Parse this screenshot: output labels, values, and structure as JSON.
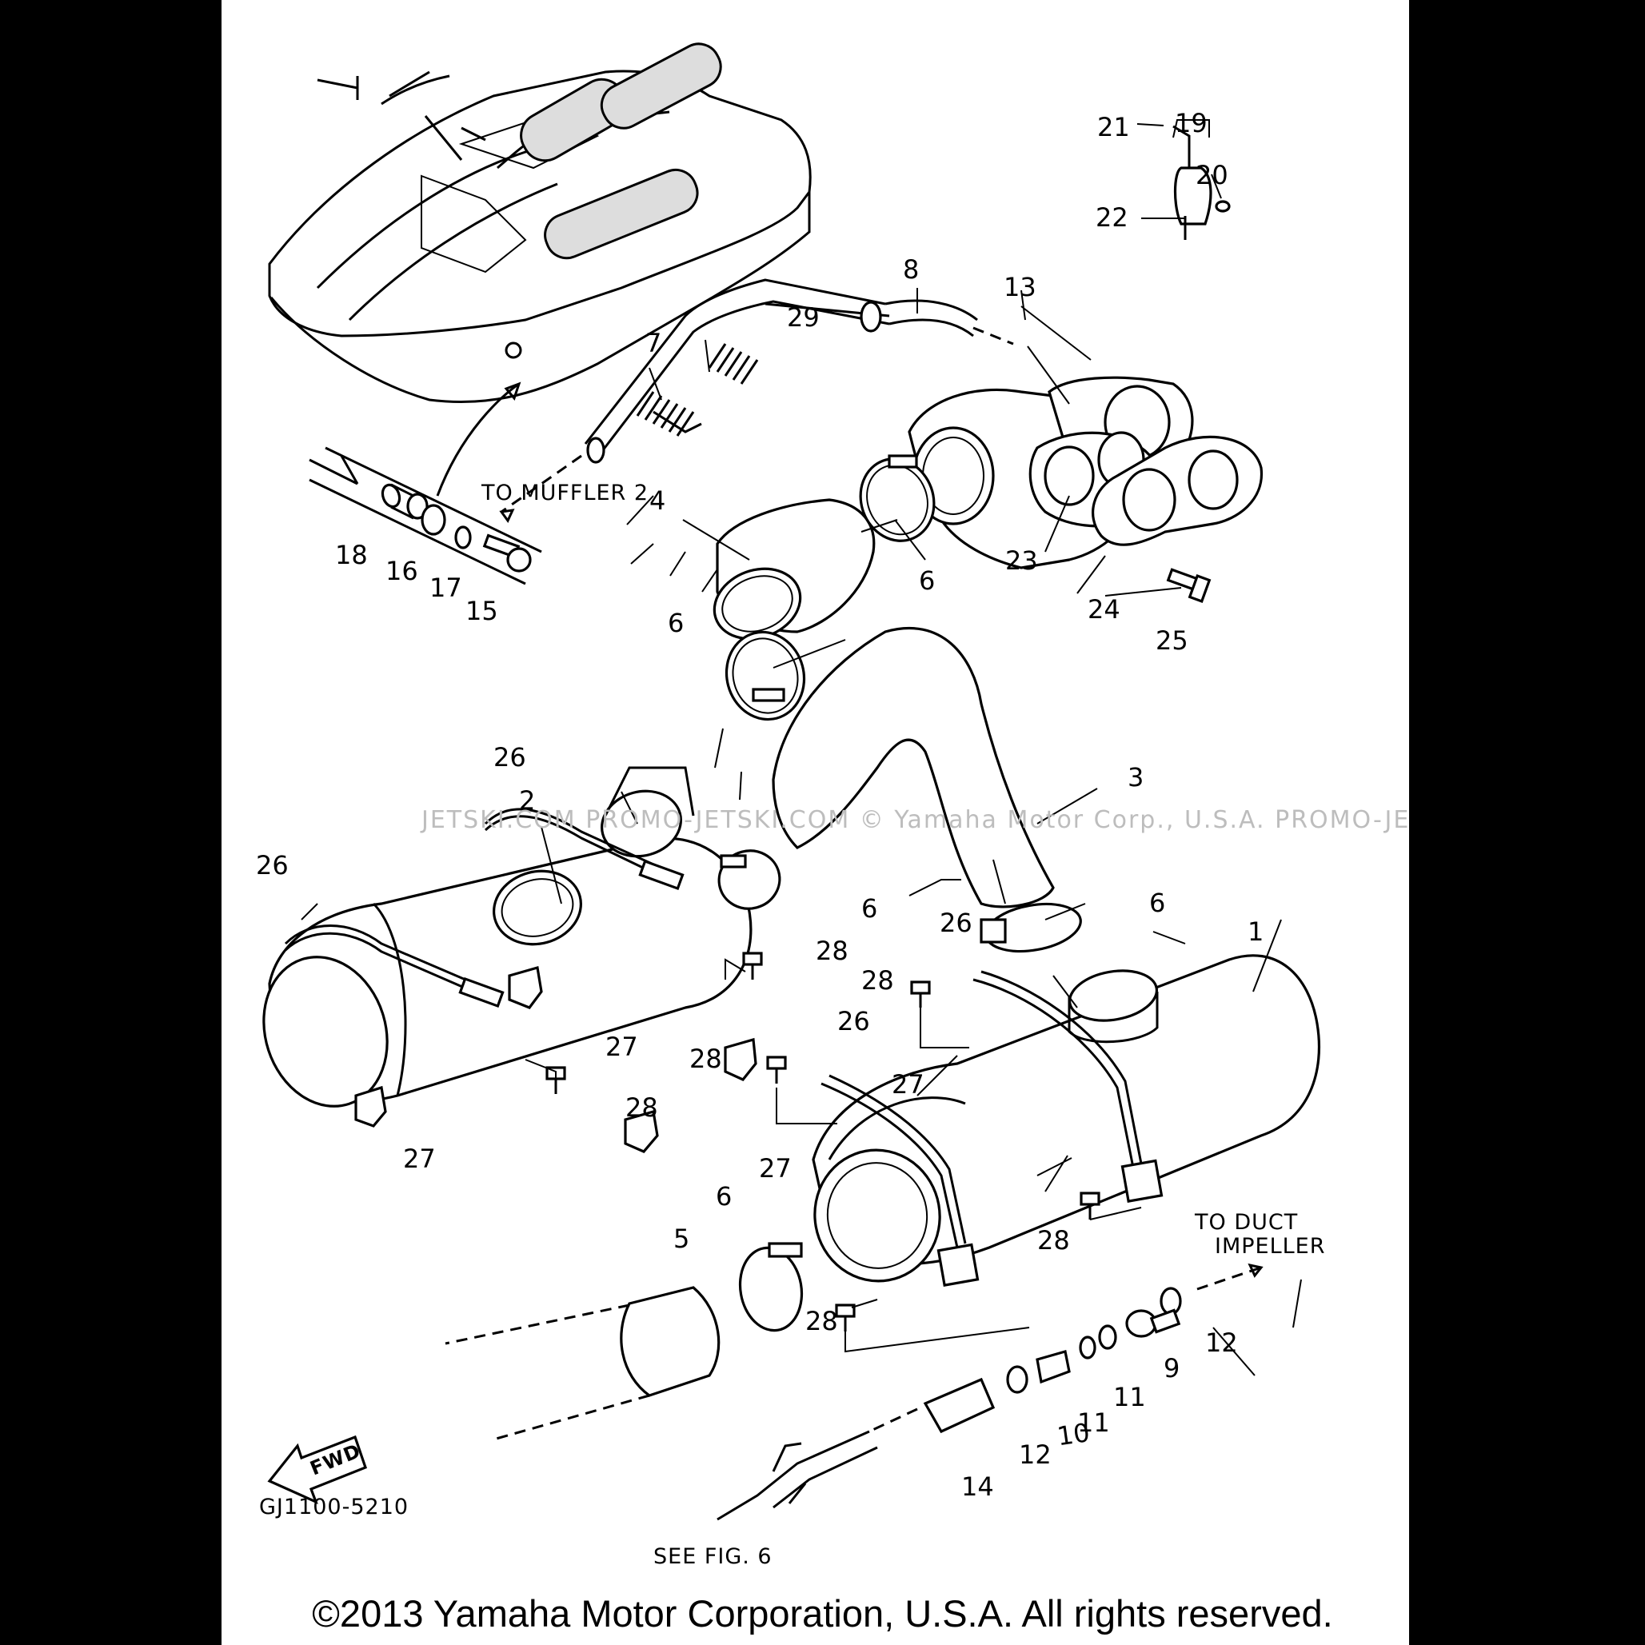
{
  "callouts": [
    "1",
    "2",
    "3",
    "4",
    "5",
    "6",
    "7",
    "8",
    "9",
    "10",
    "11",
    "12",
    "13",
    "14",
    "15",
    "16",
    "17",
    "18",
    "19",
    "20",
    "21",
    "22",
    "23",
    "24",
    "25",
    "26",
    "27",
    "28",
    "29"
  ],
  "notes": {
    "to_muffler_2": "TO MUFFLER 2",
    "to_duct_line1": "TO DUCT",
    "to_duct_line2": "IMPELLER",
    "see_fig": "SEE FIG. 6",
    "fwd": "FWD",
    "drawing_code": "GJ1100-5210"
  },
  "watermark": "JETSKI.COM   PROMO-JETSKI.COM   © Yamaha Motor Corp., U.S.A.   PROMO-JETSKI.COM",
  "copyright": "©2013 Yamaha Motor Corporation, U.S.A. All rights reserved."
}
